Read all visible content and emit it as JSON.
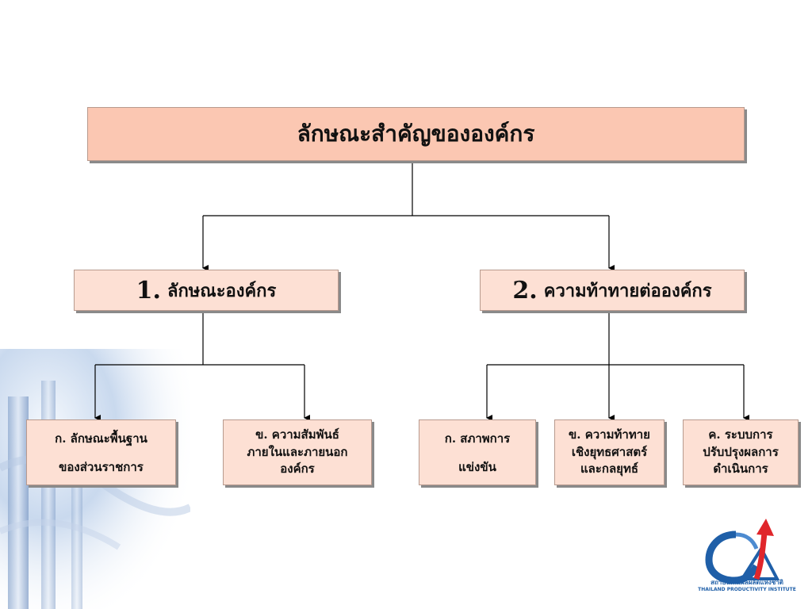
{
  "title": "ลักษณะสำคัญขององค์กร",
  "level2": [
    {
      "number": "1.",
      "label": "ลักษณะองค์กร"
    },
    {
      "number": "2.",
      "label": "ความท้าทายต่อองค์กร"
    }
  ],
  "level3": [
    {
      "lines": [
        "ก. ลักษณะพื้นฐาน",
        "ของส่วนราชการ"
      ]
    },
    {
      "lines": [
        "ข. ความสัมพันธ์",
        "ภายในและภายนอก",
        "องค์กร"
      ]
    },
    {
      "lines": [
        "ก. สภาพการ",
        "แข่งขัน"
      ]
    },
    {
      "lines": [
        "ข. ความท้าทาย",
        "เชิงยุทธศาสตร์",
        "และกลยุทธ์"
      ]
    },
    {
      "lines": [
        "ค. ระบบการ",
        "ปรับปรุงผลการ",
        "ดำเนินการ"
      ]
    }
  ],
  "logo": {
    "name_th": "สถาบันเพิ่มผลผลิตแห่งชาติ",
    "name_en": "THAILAND PRODUCTIVITY INSTITUTE"
  },
  "colors": {
    "title_fill": "#fbc7b2",
    "box_fill": "#fde0d4",
    "connector": "#000000",
    "logo_blue": "#1f5fa8",
    "logo_red": "#e0262b"
  }
}
